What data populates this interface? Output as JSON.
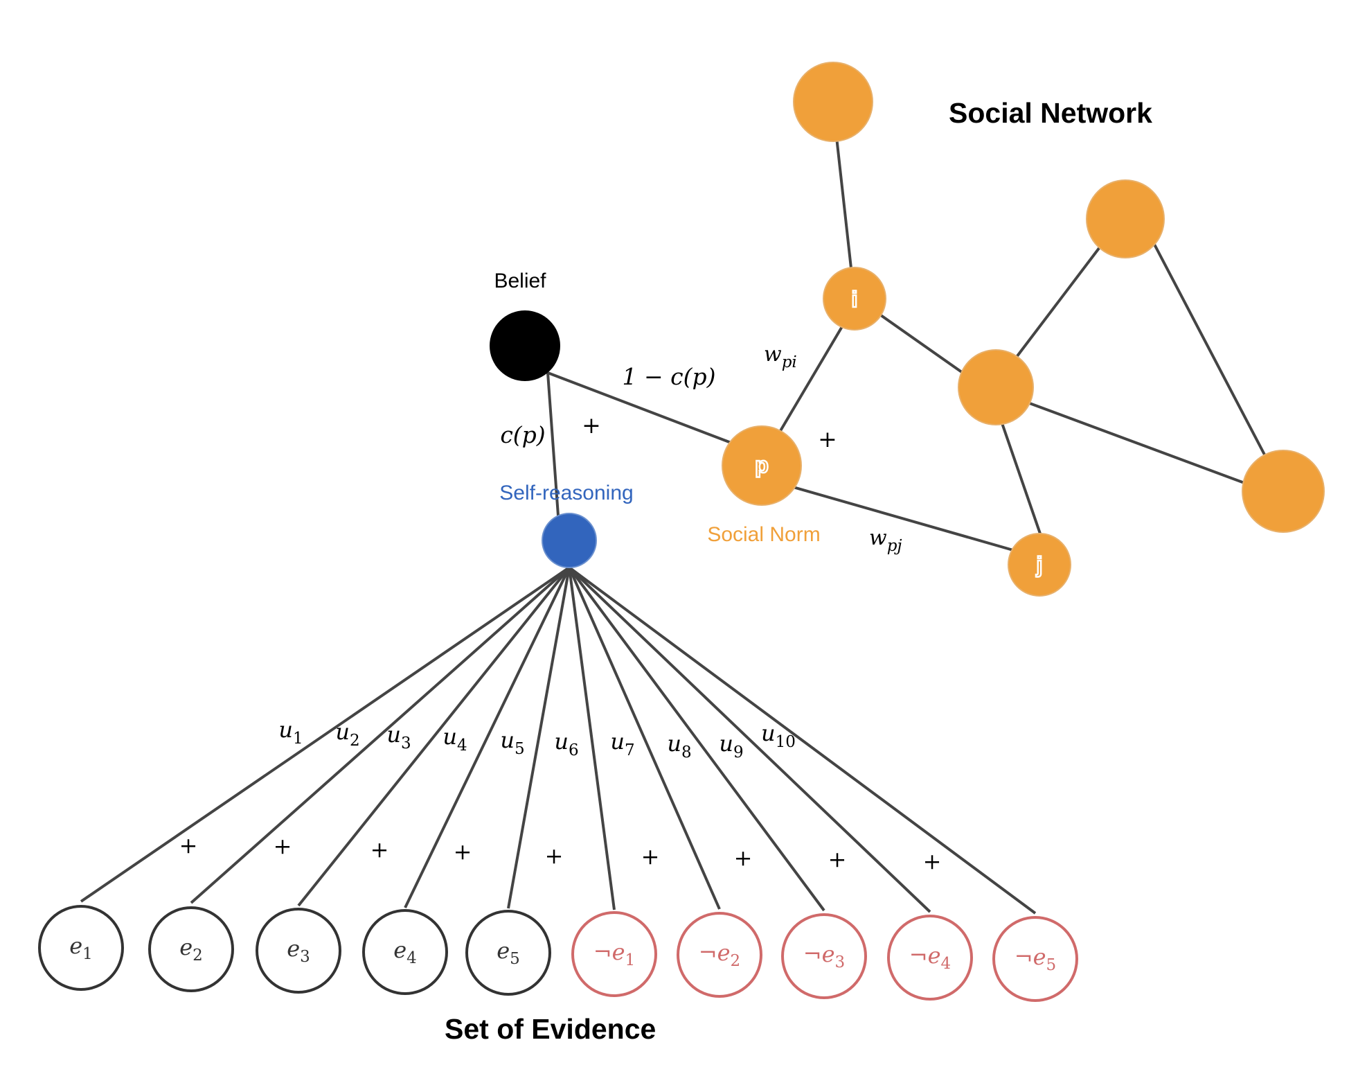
{
  "titles": {
    "social_network": "Social Network",
    "set_of_evidence": "Set of Evidence"
  },
  "nodes": {
    "belief": "Belief",
    "self_reasoning": "Self-reasoning",
    "social_norm": "Social Norm",
    "p": "p",
    "i": "i",
    "j": "j"
  },
  "edge_labels": {
    "cp": "c(p)",
    "one_minus_cp": "1 − c(p)",
    "w": "w",
    "w_pi_sub": "pi",
    "w_pj_sub": "pj",
    "plus": "+"
  },
  "u_labels": [
    {
      "base": "u",
      "sub": "1"
    },
    {
      "base": "u",
      "sub": "2"
    },
    {
      "base": "u",
      "sub": "3"
    },
    {
      "base": "u",
      "sub": "4"
    },
    {
      "base": "u",
      "sub": "5"
    },
    {
      "base": "u",
      "sub": "6"
    },
    {
      "base": "u",
      "sub": "7"
    },
    {
      "base": "u",
      "sub": "8"
    },
    {
      "base": "u",
      "sub": "9"
    },
    {
      "base": "u",
      "sub": "10"
    }
  ],
  "evidence": [
    {
      "neg": "",
      "base": "e",
      "sub": "1"
    },
    {
      "neg": "",
      "base": "e",
      "sub": "2"
    },
    {
      "neg": "",
      "base": "e",
      "sub": "3"
    },
    {
      "neg": "",
      "base": "e",
      "sub": "4"
    },
    {
      "neg": "",
      "base": "e",
      "sub": "5"
    },
    {
      "neg": "¬",
      "base": "e",
      "sub": "1"
    },
    {
      "neg": "¬",
      "base": "e",
      "sub": "2"
    },
    {
      "neg": "¬",
      "base": "e",
      "sub": "3"
    },
    {
      "neg": "¬",
      "base": "e",
      "sub": "4"
    },
    {
      "neg": "¬",
      "base": "e",
      "sub": "5"
    }
  ],
  "colors": {
    "orange": "#F0A03A",
    "blue": "#3265BD",
    "black": "#000000",
    "red": "#D06A6A",
    "edge": "#444444"
  }
}
